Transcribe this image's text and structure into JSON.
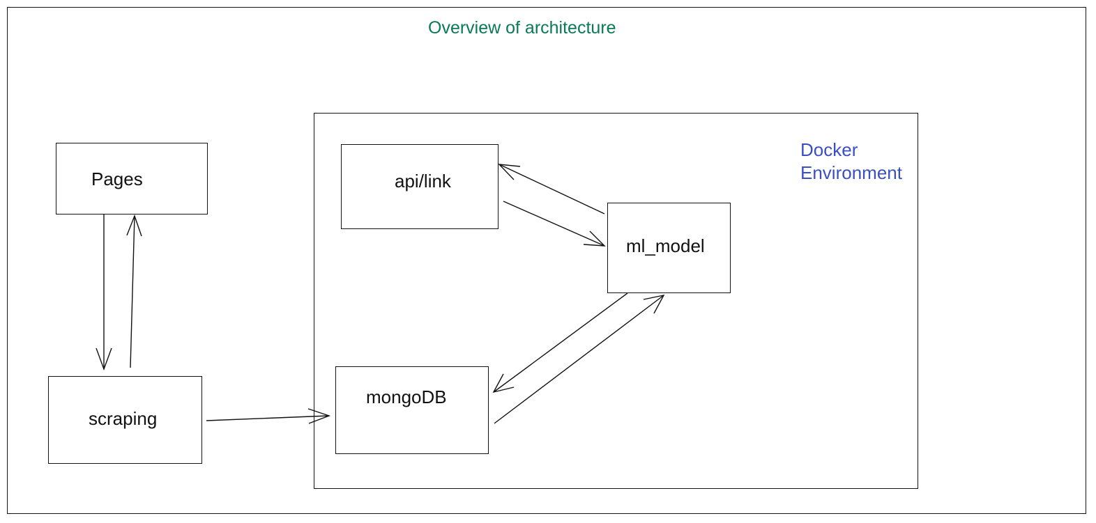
{
  "title": "Overview of architecture",
  "colors": {
    "title": "#0a7a55",
    "docker_label": "#3a4fc4",
    "stroke": "#111111"
  },
  "docker": {
    "line1": "Docker",
    "line2": "Environment"
  },
  "nodes": {
    "pages": "Pages",
    "scraping": "scraping",
    "api_link": "api/link",
    "ml_model": "ml_model",
    "mongodb": "mongoDB"
  },
  "edges": [
    {
      "from": "Pages",
      "to": "scraping"
    },
    {
      "from": "scraping",
      "to": "Pages"
    },
    {
      "from": "scraping",
      "to": "mongoDB"
    },
    {
      "from": "api/link",
      "to": "ml_model"
    },
    {
      "from": "ml_model",
      "to": "api/link"
    },
    {
      "from": "ml_model",
      "to": "mongoDB"
    },
    {
      "from": "mongoDB",
      "to": "ml_model"
    }
  ]
}
